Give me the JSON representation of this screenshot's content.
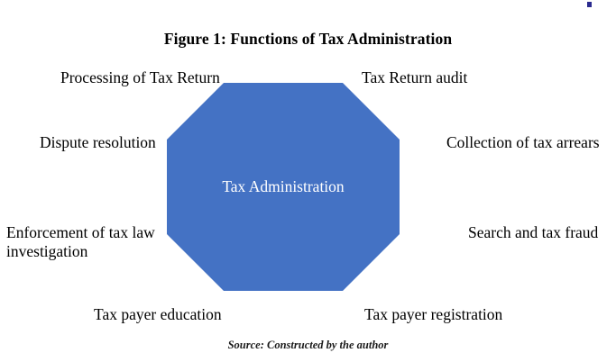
{
  "figure": {
    "title": "Figure 1: Functions of Tax Administration",
    "source_note": "Source: Constructed by the author",
    "center_label": "Tax Administration",
    "shape": "octagon",
    "shape_fill_color": "#4472C4",
    "shape_text_color": "#FFFFFF",
    "background_color": "#FFFFFF",
    "text_color": "#000000",
    "corner_mark_color": "#2B2B8F"
  },
  "functions": [
    {
      "id": "processing-of-tax-return",
      "label": "Processing of Tax Return",
      "position": "top-left"
    },
    {
      "id": "tax-return-audit",
      "label": "Tax Return audit",
      "position": "top-right"
    },
    {
      "id": "dispute-resolution",
      "label": "Dispute resolution",
      "position": "left-upper"
    },
    {
      "id": "collection-of-tax-arrears",
      "label": "Collection of tax arrears",
      "position": "right-upper"
    },
    {
      "id": "enforcement-of-tax-law-investigation",
      "label": "Enforcement of tax law investigation",
      "position": "left-lower"
    },
    {
      "id": "search-and-tax-fraud",
      "label": "Search and tax fraud",
      "position": "right-lower"
    },
    {
      "id": "tax-payer-education",
      "label": "Tax payer education",
      "position": "bottom-left"
    },
    {
      "id": "tax-payer-registration",
      "label": "Tax payer registration",
      "position": "bottom-right"
    }
  ]
}
